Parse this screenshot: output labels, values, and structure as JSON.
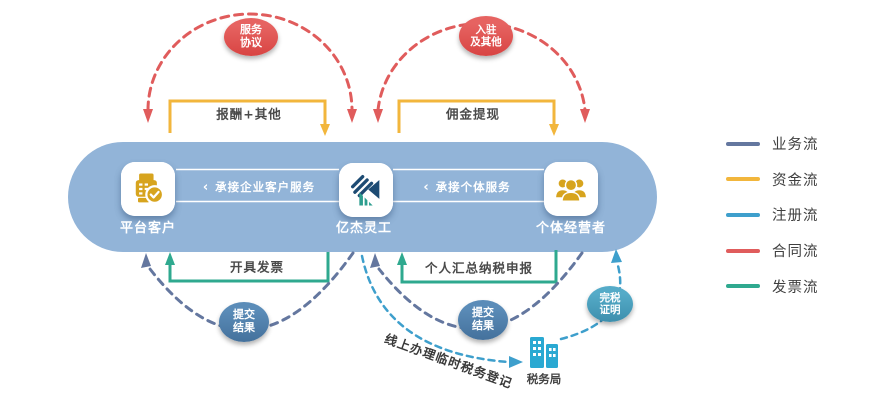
{
  "diagram": {
    "platform": {
      "label": "平台客户"
    },
    "company": {
      "label": "亿杰灵工"
    },
    "individual": {
      "label": "个体经营者"
    },
    "link_left": {
      "chevron": "‹",
      "label": "承接企业客户服务"
    },
    "link_right": {
      "chevron": "‹",
      "label": "承接个体服务"
    },
    "badge_service": {
      "line1": "服务",
      "line2": "协议"
    },
    "badge_entry": {
      "line1": "入驻",
      "line2": "及其他"
    },
    "label_reward": "报酬+其他",
    "label_commission": "佣金提现",
    "label_invoice": "开具发票",
    "label_taxreport": "个人汇总纳税申报",
    "badge_result_left": {
      "line1": "提交",
      "line2": "结果"
    },
    "badge_result_right": {
      "line1": "提交",
      "line2": "结果"
    },
    "badge_taxproof": {
      "line1": "完税",
      "line2": "证明"
    },
    "label_registration": "线上办理临时税务登记",
    "label_taxbureau": "税务局"
  },
  "legend": {
    "items": [
      {
        "label": "业务流",
        "color": "#64779f"
      },
      {
        "label": "资金流",
        "color": "#f2b63c"
      },
      {
        "label": "注册流",
        "color": "#3e9fcc"
      },
      {
        "label": "合同流",
        "color": "#e05c5c"
      },
      {
        "label": "发票流",
        "color": "#2fa98f"
      }
    ]
  },
  "colors": {
    "container": "#92b4d8",
    "business_flow": "#64779f",
    "capital_flow": "#f2b63c",
    "registration_flow": "#3e9fcc",
    "contract_flow": "#e05c5c",
    "invoice_flow": "#2fa98f",
    "gold_icon": "#d7a41e",
    "red_badge": "#e0504f",
    "blue_badge": "#4e80ad",
    "teal_badge": "#49a0c0",
    "tax_building": "#2aa9d2"
  }
}
